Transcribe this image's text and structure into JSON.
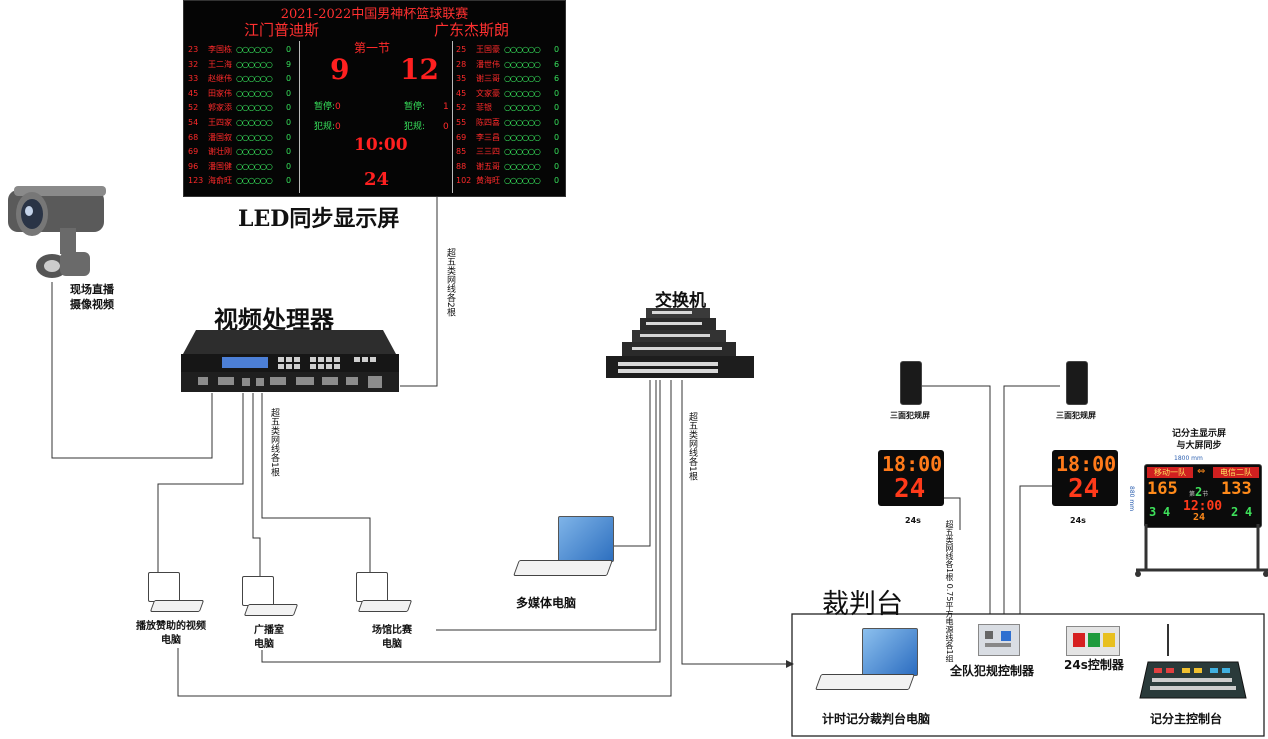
{
  "led_screen": {
    "title": "2021-2022中国男神杯篮球联赛",
    "home_team": "江门普迪斯",
    "away_team": "广东杰斯朗",
    "period": "第一节",
    "home_score": "9",
    "away_score": "12",
    "timeout_label": "暂停:",
    "foul_label": "犯规:",
    "home_timeout": "0",
    "away_timeout": "1",
    "home_fouls": "0",
    "away_fouls": "0",
    "game_clock": "10:00",
    "shot_clock": "24",
    "home_players": [
      {
        "num": "23",
        "name": "李国栋",
        "fouls": "○○○○○○",
        "pts": "0"
      },
      {
        "num": "32",
        "name": "王二海",
        "fouls": "○○○○○○",
        "pts": "9"
      },
      {
        "num": "33",
        "name": "赵继伟",
        "fouls": "○○○○○○",
        "pts": "0"
      },
      {
        "num": "45",
        "name": "田家伟",
        "fouls": "○○○○○○",
        "pts": "0"
      },
      {
        "num": "52",
        "name": "郭家添",
        "fouls": "○○○○○○",
        "pts": "0"
      },
      {
        "num": "54",
        "name": "王四家",
        "fouls": "○○○○○○",
        "pts": "0"
      },
      {
        "num": "68",
        "name": "潘国叙",
        "fouls": "○○○○○○",
        "pts": "0"
      },
      {
        "num": "69",
        "name": "谢壮刚",
        "fouls": "○○○○○○",
        "pts": "0"
      },
      {
        "num": "96",
        "name": "潘国健",
        "fouls": "○○○○○○",
        "pts": "0"
      },
      {
        "num": "123",
        "name": "海俞旺",
        "fouls": "○○○○○○",
        "pts": "0"
      }
    ],
    "away_players": [
      {
        "num": "25",
        "name": "王国豪",
        "fouls": "○○○○○○",
        "pts": "0"
      },
      {
        "num": "28",
        "name": "潘世伟",
        "fouls": "○○○○○○",
        "pts": "6"
      },
      {
        "num": "35",
        "name": "谢三哥",
        "fouls": "○○○○○○",
        "pts": "6"
      },
      {
        "num": "45",
        "name": "文家豪",
        "fouls": "○○○○○○",
        "pts": "0"
      },
      {
        "num": "52",
        "name": "菲银",
        "fouls": "○○○○○○",
        "pts": "0"
      },
      {
        "num": "55",
        "name": "陈四喜",
        "fouls": "○○○○○○",
        "pts": "0"
      },
      {
        "num": "69",
        "name": "李三昌",
        "fouls": "○○○○○○",
        "pts": "0"
      },
      {
        "num": "85",
        "name": "三三四",
        "fouls": "○○○○○○",
        "pts": "0"
      },
      {
        "num": "88",
        "name": "谢五哥",
        "fouls": "○○○○○○",
        "pts": "0"
      },
      {
        "num": "102",
        "name": "黄海旺",
        "fouls": "○○○○○○",
        "pts": "0"
      }
    ]
  },
  "labels": {
    "led_sync": "LED同步显示屏",
    "camera_line1": "现场直播",
    "camera_line2": "摄像视频",
    "video_processor": "视频处理器",
    "switch": "交换机",
    "multimedia_pc": "多媒体电脑",
    "sponsor_pc_line1": "播放赞助的视频",
    "sponsor_pc_line2": "电脑",
    "broadcast_pc_line1": "广播室",
    "broadcast_pc_line2": "电脑",
    "venue_pc_line1": "场馆比赛",
    "venue_pc_line2": "电脑",
    "three_side_left": "三面犯规屏",
    "three_side_right": "三面犯规屏",
    "shot_clock_left": "24s",
    "shot_clock_right": "24s",
    "main_display_line1": "记分主显示屏",
    "main_display_line2": "与大屏同步",
    "judge_table": "裁判台",
    "timing_pc": "计时记分裁判台电脑",
    "team_foul_controller": "全队犯规控制器",
    "shot_clock_controller": "24s控制器",
    "main_console": "记分主控制台"
  },
  "cable_labels": {
    "led_cable": "超五类网线各2根",
    "processor_cable": "超五类网线各1根",
    "switch_cable": "超五类网线各1根",
    "power_cable_line1": "超五类网线各1根",
    "power_cable_line2": "0.75平方电源线各1组"
  },
  "shot_clock_display": {
    "top": "18:00",
    "bottom": "24"
  },
  "main_display": {
    "home_team": "移动一队",
    "away_team": "电信二队",
    "home_score": "165",
    "away_score": "133",
    "period": "2",
    "period_label": "第",
    "period_suffix": "节",
    "clock": "12:00",
    "shot": "24",
    "home_stat_a": "3",
    "home_stat_b": "4",
    "away_stat_a": "2",
    "away_stat_b": "4",
    "dimension_top": "1800 mm",
    "dimension_side": "880 mm"
  },
  "colors": {
    "led_red": "#ff2a2a",
    "led_green": "#37e05b",
    "segment_orange": "#ff7a1a",
    "wire": "#333333"
  }
}
